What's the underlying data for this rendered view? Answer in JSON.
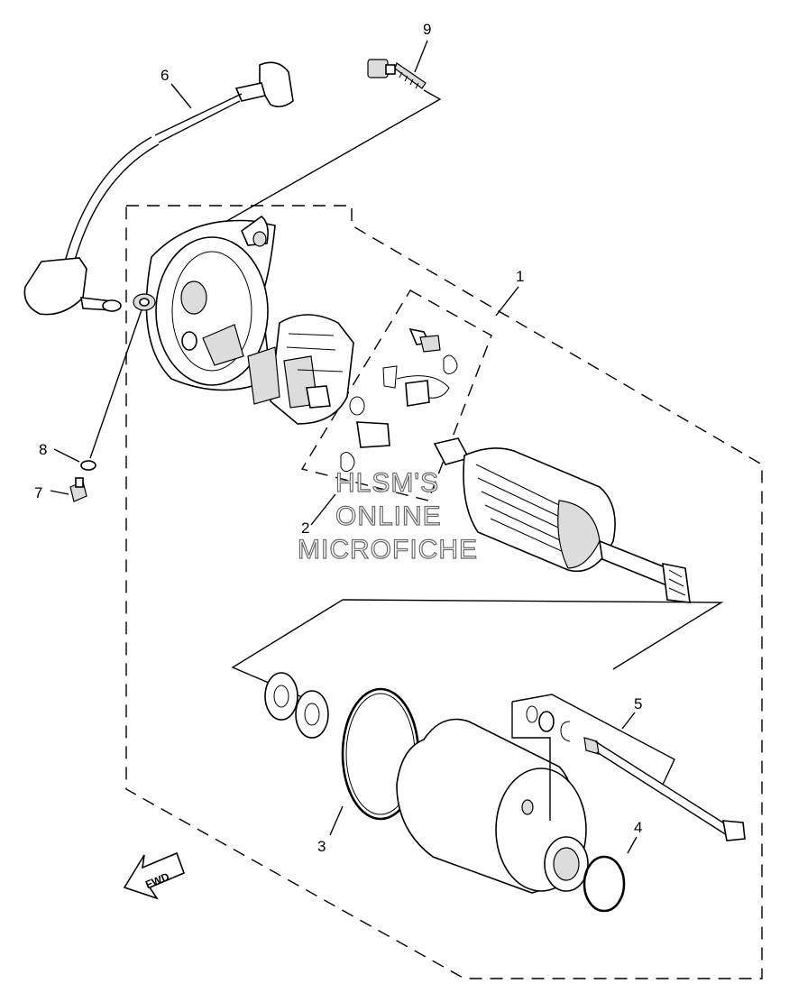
{
  "diagram": {
    "callouts": [
      {
        "id": "1",
        "label": "1"
      },
      {
        "id": "2",
        "label": "2"
      },
      {
        "id": "3",
        "label": "3"
      },
      {
        "id": "4",
        "label": "4"
      },
      {
        "id": "5",
        "label": "5"
      },
      {
        "id": "6",
        "label": "6"
      },
      {
        "id": "7",
        "label": "7"
      },
      {
        "id": "8",
        "label": "8"
      },
      {
        "id": "9",
        "label": "9"
      }
    ],
    "watermark": [
      "HLSM'S",
      "ONLINE",
      "MICROFICHE"
    ],
    "direction_arrow": "FWD"
  }
}
